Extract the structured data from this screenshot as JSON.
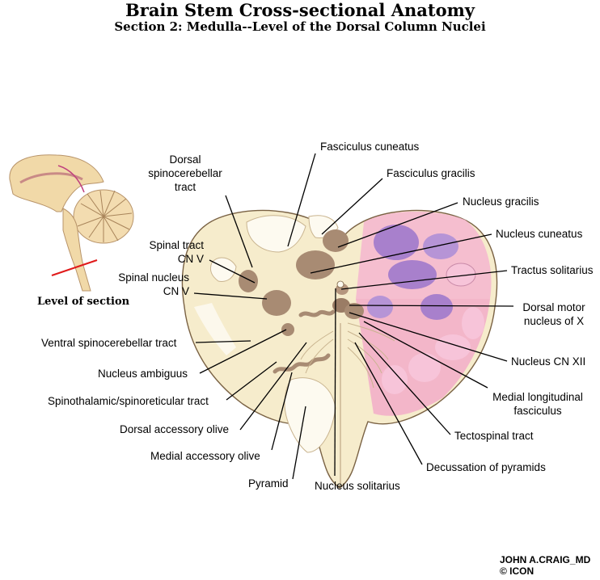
{
  "title": "Brain Stem Cross-sectional Anatomy",
  "subtitle": "Section 2:  Medulla--Level of the Dorsal Column Nuclei",
  "level_caption": "Level of section",
  "signature": {
    "line1": "JOHN A.CRAIG_MD",
    "line2": "© ICON"
  },
  "labels": {
    "dorsal_spinocerebellar": [
      "Dorsal",
      "spinocerebellar",
      "tract"
    ],
    "fasciculus_cuneatus": "Fasciculus cuneatus",
    "fasciculus_gracilis": "Fasciculus gracilis",
    "nucleus_gracilis": "Nucleus gracilis",
    "nucleus_cuneatus": "Nucleus cuneatus",
    "spinal_tract_cnv": [
      "Spinal tract",
      "CN V"
    ],
    "spinal_nucleus_cnv": [
      "Spinal nucleus",
      "CN V"
    ],
    "tractus_solitarius": "Tractus solitarius",
    "dorsal_motor_x": [
      "Dorsal motor",
      "nucleus of X"
    ],
    "ventral_spinocerebellar": "Ventral spinocerebellar tract",
    "nucleus_cn_xii": "Nucleus CN XII",
    "nucleus_ambiguus": "Nucleus ambiguus",
    "medial_longitudinal": [
      "Medial longitudinal",
      "fasciculus"
    ],
    "spinothalamic": "Spinothalamic/spinoreticular tract",
    "tectospinal": "Tectospinal tract",
    "dorsal_accessory_olive": "Dorsal accessory olive",
    "medial_accessory_olive": "Medial accessory olive",
    "decussation_pyramids": "Decussation of pyramids",
    "pyramid": "Pyramid",
    "nucleus_solitarius": "Nucleus solitarius"
  },
  "colors": {
    "tissue": "#f6eccc",
    "nucleus": "#a88b73",
    "tract": "#fdfaf0",
    "pink": "#f3a9c8",
    "purple": "#a880cc",
    "level_line": "#e01a1a"
  }
}
